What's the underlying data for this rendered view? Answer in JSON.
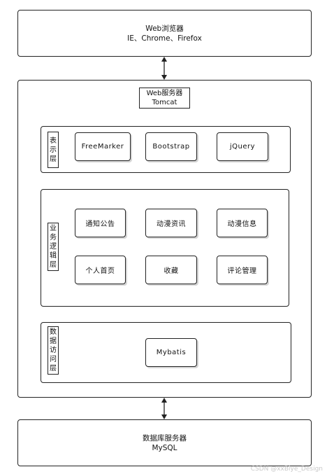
{
  "browser": {
    "line1": "Web浏览器",
    "line2": "IE、Chrome、Firefox"
  },
  "web_server": {
    "line1": "Web服务器",
    "line2": "Tomcat"
  },
  "presentation_layer": {
    "label_chars": [
      "表",
      "示",
      "层"
    ],
    "components": [
      "FreeMarker",
      "Bootstrap",
      "jQuery"
    ]
  },
  "business_layer": {
    "label_chars": [
      "业",
      "务",
      "逻",
      "辑",
      "层"
    ],
    "components_row1": [
      "通知公告",
      "动漫资讯",
      "动漫信息"
    ],
    "components_row2": [
      "个人首页",
      "收藏",
      "评论管理"
    ]
  },
  "data_access_layer": {
    "label_chars": [
      "数",
      "据",
      "访",
      "问",
      "层"
    ],
    "components": [
      "Mybatis"
    ]
  },
  "db_server": {
    "line1": "数据库服务器",
    "line2": "MySQL"
  },
  "watermark": "CSDN @xxBiye_Design",
  "colors": {
    "line": "#222222",
    "shadow": "#d6d6d6",
    "watermark": "#c8c8c8"
  }
}
